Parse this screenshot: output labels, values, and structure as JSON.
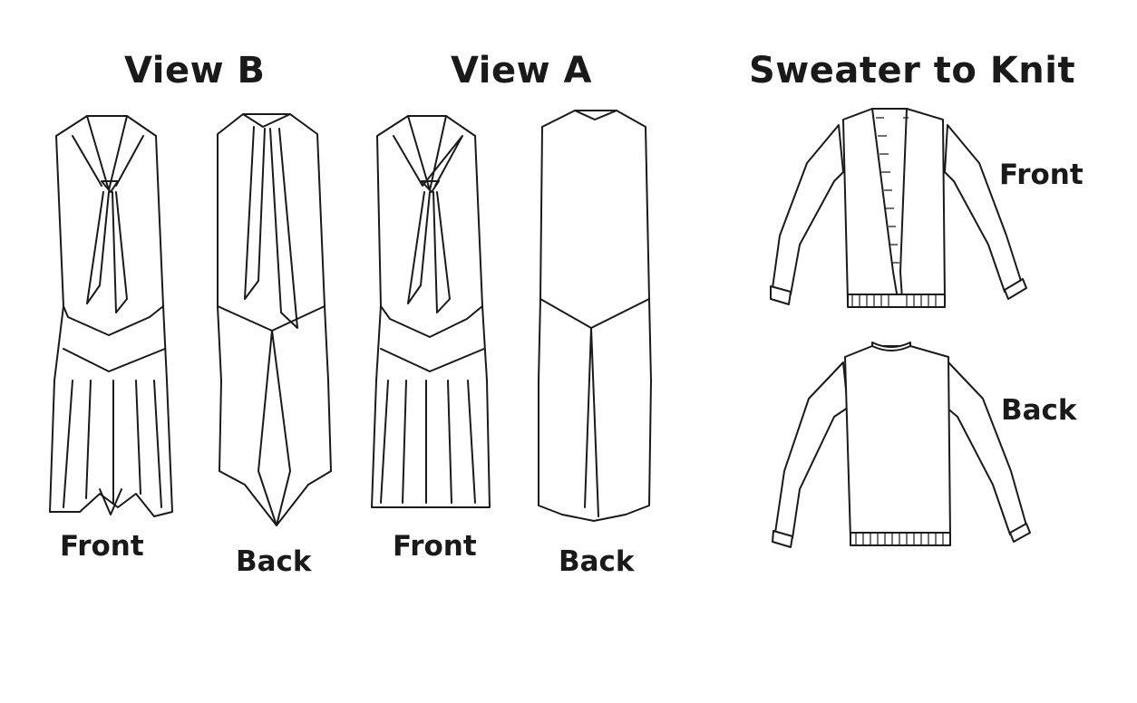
{
  "headings": {
    "view_b": "View B",
    "view_a": "View A",
    "sweater": "Sweater to Knit"
  },
  "captions": {
    "view_b_front": "Front",
    "view_b_back": "Back",
    "view_a_front": "Front",
    "view_a_back": "Back",
    "sweater_front": "Front",
    "sweater_back": "Back"
  },
  "colors": {
    "ink": "#1a1a1a",
    "paper": "#ffffff"
  }
}
